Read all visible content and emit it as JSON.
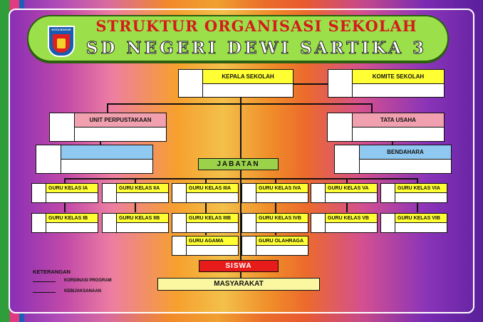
{
  "header": {
    "title": "STRUKTUR ORGANISASI SEKOLAH",
    "subtitle": "SD NEGERI DEWI SARTIKA 3",
    "logo_text": "KOTA BOGOR"
  },
  "org": {
    "kepala_sekolah": "KEPALA SEKOLAH",
    "komite_sekolah": "KOMITE SEKOLAH",
    "unit_perpustakaan": "UNIT PERPUSTAKAAN",
    "tata_usaha": "TATA USAHA",
    "blank_blue": "",
    "bendahara": "BENDAHARA",
    "jabatan": "JABATAN",
    "guru_row1": [
      "GURU KELAS IA",
      "GURU KELAS IIA",
      "GURU KELAS IIIA",
      "GURU KELAS IVA",
      "GURU KELAS VA",
      "GURU KELAS VIA"
    ],
    "guru_row2": [
      "GURU KELAS IB",
      "GURU KELAS IIB",
      "GURU KELAS IIIB",
      "GURU KELAS IVB",
      "GURU KELAS VB",
      "GURU KELAS VIB"
    ],
    "guru_agama": "GURU AGAMA",
    "guru_olahraga": "GURU OLAHRAGA",
    "siswa": "SISWA",
    "masyarakat": "MASYARAKAT"
  },
  "legend": {
    "title": "KETERANGAN",
    "items": [
      "KORDINASI PROGRAM",
      "KEBIJAKSANAAN"
    ]
  },
  "colors": {
    "banner": "#9be04a",
    "title_red": "#d41c1c",
    "label_yellow": "#ffff33",
    "label_pink": "#f0a0ae",
    "label_blue": "#8fc8f0",
    "jabatan_green": "#9bd24a",
    "siswa_red": "#e81b1b",
    "masyarakat_yellow": "#fbf7a0"
  }
}
